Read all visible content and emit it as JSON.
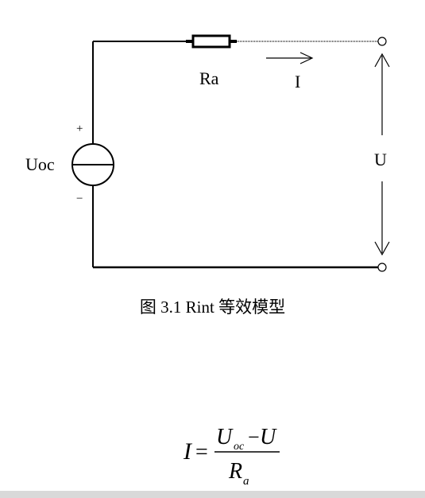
{
  "diagram": {
    "resistor_label": "Ra",
    "current_label": "I",
    "source_label": "Uoc",
    "voltage_label": "U",
    "plus_sign": "+",
    "minus_sign": "−"
  },
  "caption": "图 3.1 Rint 等效模型",
  "formula": {
    "lhs": "I",
    "equals": "=",
    "num_U": "U",
    "num_sub": "oc",
    "num_minus": "−",
    "num_U2": "U",
    "den_R": "R",
    "den_sub": "a"
  },
  "colors": {
    "line": "#000000",
    "background": "#ffffff",
    "bottom_bar": "#d9d9d9"
  }
}
